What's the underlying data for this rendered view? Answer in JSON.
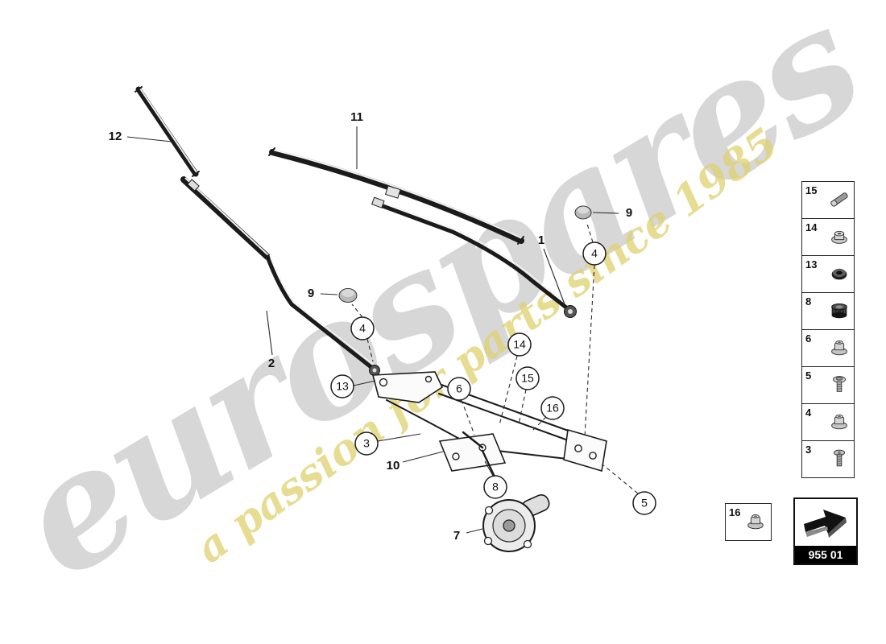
{
  "watermark": {
    "brand": "eurospares",
    "tagline": "a passion for parts since 1985"
  },
  "diagram": {
    "callouts": [
      {
        "label": "4"
      },
      {
        "label": "4"
      },
      {
        "label": "13"
      },
      {
        "label": "6"
      },
      {
        "label": "14"
      },
      {
        "label": "15"
      },
      {
        "label": "16"
      },
      {
        "label": "3"
      },
      {
        "label": "8"
      },
      {
        "label": "5"
      }
    ],
    "labels": [
      {
        "label": "12"
      },
      {
        "label": "11"
      },
      {
        "label": "9"
      },
      {
        "label": "9"
      },
      {
        "label": "1"
      },
      {
        "label": "2"
      },
      {
        "label": "10"
      },
      {
        "label": "7"
      }
    ]
  },
  "sidebar": {
    "items": [
      {
        "number": "15",
        "icon": "pin-icon"
      },
      {
        "number": "14",
        "icon": "sleeve-washer-icon"
      },
      {
        "number": "13",
        "icon": "cap-nut-icon"
      },
      {
        "number": "8",
        "icon": "bushing-icon"
      },
      {
        "number": "6",
        "icon": "flange-nut-icon"
      },
      {
        "number": "5",
        "icon": "screw-icon"
      },
      {
        "number": "4",
        "icon": "flange-nut-icon"
      },
      {
        "number": "3",
        "icon": "bolt-icon"
      }
    ]
  },
  "legend": {
    "item16": {
      "number": "16",
      "icon": "flange-nut-icon"
    },
    "part_code": "955 01"
  }
}
